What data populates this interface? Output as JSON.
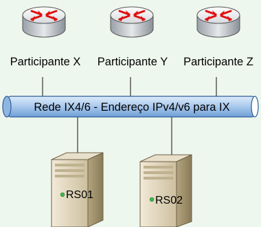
{
  "participants": [
    {
      "label": "Participante X"
    },
    {
      "label": "Participante Y"
    },
    {
      "label": "Participante Z"
    }
  ],
  "bus": {
    "label": "Rede IX4/6 - Endereço IPv4/v6 para IX"
  },
  "servers": [
    {
      "label": "RS01"
    },
    {
      "label": "RS02"
    }
  ],
  "colors": {
    "background": "#eef7ee",
    "router_body": "#c8ccd0",
    "router_arrows": "#e01010",
    "bus_fill": "#a8c8ec",
    "server_body": "#d8cbb0"
  },
  "icons": [
    "router-icon",
    "server-icon"
  ]
}
